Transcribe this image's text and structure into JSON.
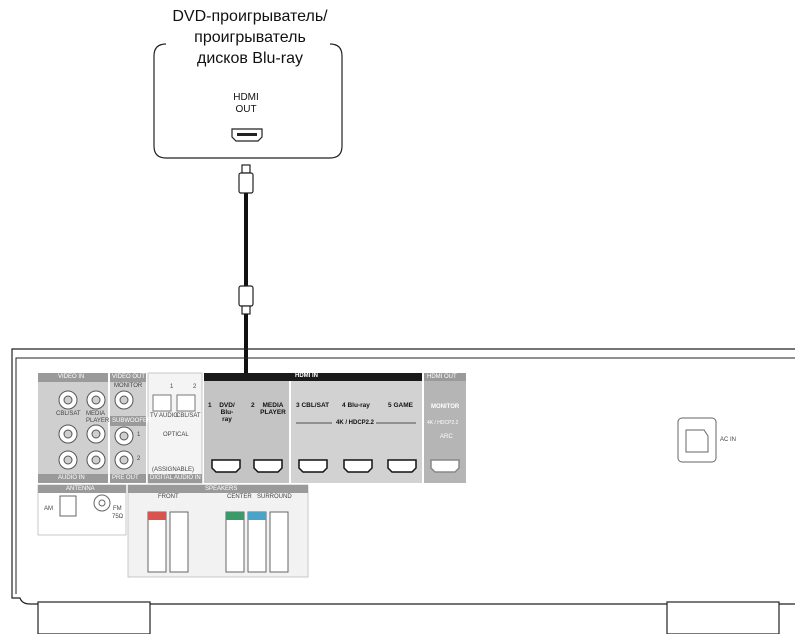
{
  "device": {
    "name_lines": [
      "DVD-проигрыватель/",
      "проигрыватель",
      "дисков Blu-ray"
    ],
    "port_label_lines": [
      "HDMI",
      "OUT"
    ]
  },
  "receiver": {
    "video_group": {
      "title": "VIDEO",
      "in": "IN",
      "inputs": [
        "CBL/SAT",
        "MEDIA PLAYER"
      ]
    },
    "video_out": {
      "title": "VIDEO",
      "out": "OUT",
      "monitor": "MONITOR"
    },
    "subwoofer": {
      "label": "SUBWOOFER",
      "nums": [
        "1",
        "2"
      ]
    },
    "audio_group": {
      "title": "AUDIO",
      "in": "IN"
    },
    "pre_out": "PRE OUT",
    "optical": {
      "nums": [
        "1",
        "2"
      ],
      "inputs": [
        "TV AUDIO",
        "CBL/SAT"
      ],
      "label": "OPTICAL",
      "assignable": "(ASSIGNABLE)",
      "footer": "DIGITAL AUDIO",
      "footer_in": "IN"
    },
    "antenna": {
      "title": "ANTENNA",
      "am": "AM",
      "fm": "FM",
      "ohm": "75Ω"
    },
    "speakers": {
      "title": "SPEAKERS",
      "front": "FRONT",
      "center": "CENTER",
      "surround": "SURROUND"
    },
    "hdmi_in": {
      "title": "HDMI",
      "in": "IN",
      "ports": [
        {
          "num": "1",
          "lines": [
            "DVD/",
            "Blu-ray"
          ]
        },
        {
          "num": "2",
          "lines": [
            "MEDIA",
            "PLAYER"
          ]
        },
        {
          "num": "3",
          "lines": [
            "CBL/SAT"
          ]
        },
        {
          "num": "4",
          "lines": [
            "Blu-ray"
          ]
        },
        {
          "num": "5",
          "lines": [
            "GAME"
          ]
        }
      ],
      "hdcp": "4K / HDCP2.2"
    },
    "hdmi_out": {
      "title": "HDMI",
      "out": "OUT",
      "monitor": "MONITOR",
      "hdcp": "4K / HDCP2.2",
      "arc": "ARC"
    },
    "ac_in": "AC IN"
  }
}
